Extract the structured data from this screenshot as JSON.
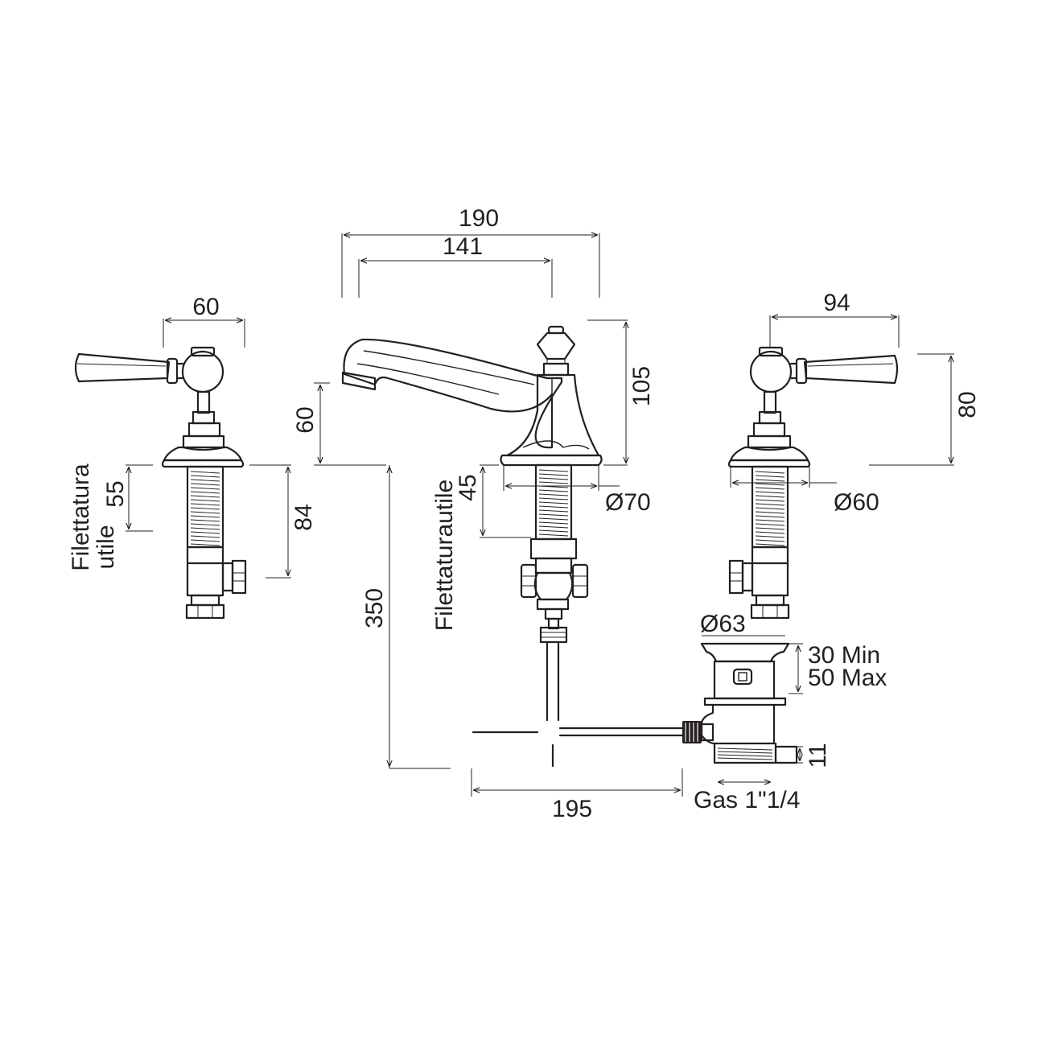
{
  "dimensions": {
    "spout_overall_width": "190",
    "spout_reach": "141",
    "left_handle_width": "60",
    "right_handle_width": "94",
    "spout_height": "105",
    "spout_outlet_height": "60",
    "right_handle_height": "80",
    "left_thread_length": "55",
    "left_shank_length": "84",
    "centre_thread_length": "45",
    "centre_flange_diameter": "Ø70",
    "right_flange_diameter": "Ø60",
    "pipe_length": "350",
    "waste_flange_diameter": "Ø63",
    "waste_min": "30 Min",
    "waste_max": "50 Max",
    "waste_thread": "11",
    "waste_rod_length": "195",
    "gas_thread": "Gas 1\"1/4"
  },
  "labels": {
    "left_thread_word1": "Filettatura",
    "left_thread_word2": "utile",
    "centre_thread_word": "Filettaturautile"
  }
}
